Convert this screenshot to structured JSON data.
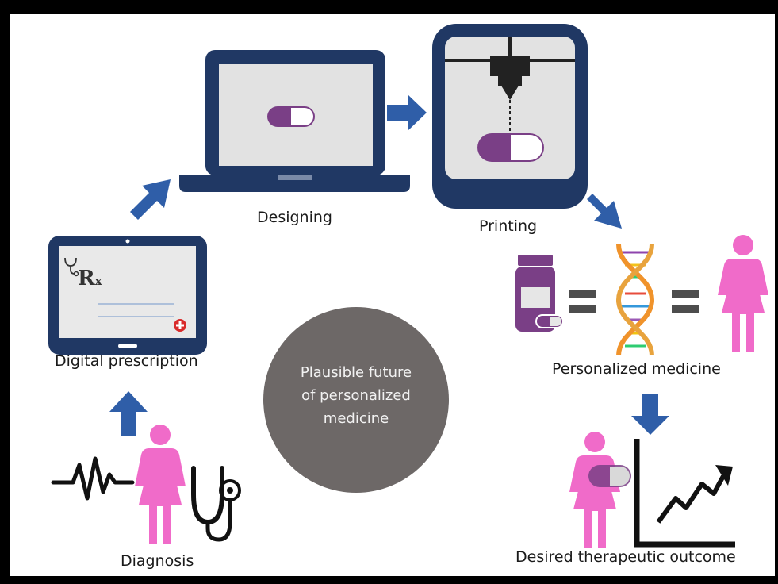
{
  "colors": {
    "navy": "#203864",
    "arrow_blue": "#2f5ea8",
    "pink": "#f06bc9",
    "purple": "#7a3f86",
    "dark_gray": "#555555",
    "circle_gray": "#6d6867"
  },
  "icons": [
    "laptop-icon",
    "capsule-icon",
    "3d-printer-icon",
    "tablet-icon",
    "rx-symbol-icon",
    "stethoscope-icon",
    "heartbeat-icon",
    "woman-icon",
    "dna-icon",
    "pill-bottle-icon",
    "growth-chart-icon"
  ],
  "labels": {
    "designing": "Designing",
    "printing": "Printing",
    "digital_prescription": "Digital prescription",
    "personalized_medicine": "Personalized medicine",
    "diagnosis": "Diagnosis",
    "desired_outcome": "Desired therapeutic outcome",
    "rx": "R",
    "rx_sub": "x"
  },
  "center": {
    "lines": [
      "Plausible future",
      "of personalized",
      "medicine"
    ]
  }
}
